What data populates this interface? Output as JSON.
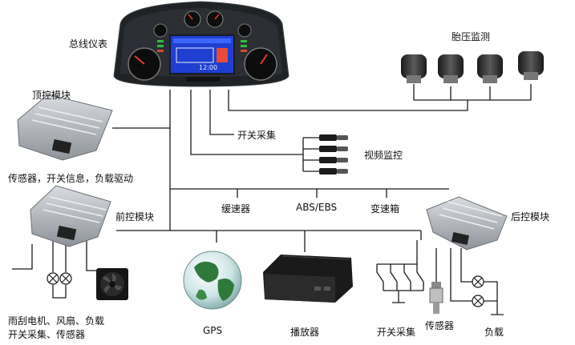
{
  "labels": {
    "dashboard": "总线仪表",
    "top_module": "顶控模块",
    "top_module_desc": "传感器，开关信息，负载驱动",
    "front_module": "前控模块",
    "rear_module": "后控模块",
    "tire_pressure": "胎压监测",
    "switch_collect": "开关采集",
    "video_monitor": "视频监控",
    "retarder": "缓速器",
    "abs_ebs": "ABS/EBS",
    "gearbox": "变速箱",
    "gps": "GPS",
    "player": "播放器",
    "switch_collect_2": "开关采集",
    "sensor": "传感器",
    "load": "负载",
    "front_devices_line1": "雨刮电机、风扇、负载",
    "front_devices_line2": "开关采集、传感器"
  },
  "dashboard_screen": {
    "clock": "12:00"
  },
  "colors": {
    "wire": "#1a1a1a",
    "module_body": "#b9bdc3",
    "screen": "#1f3fd0"
  }
}
